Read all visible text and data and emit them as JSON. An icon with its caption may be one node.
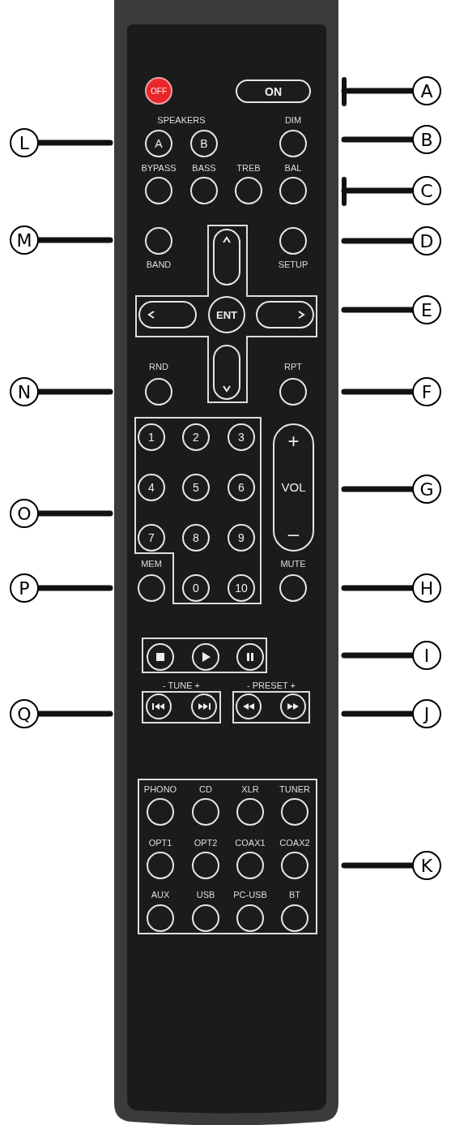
{
  "diagram": {
    "nodes": [
      {
        "text": [
          "A"
        ]
      },
      {
        "text": [
          "B"
        ]
      },
      {
        "text": [
          "C"
        ]
      },
      {
        "text": [
          "D"
        ]
      },
      {
        "text": [
          "E"
        ]
      },
      {
        "text": [
          "F"
        ]
      },
      {
        "text": [
          "G"
        ]
      },
      {
        "text": [
          "H"
        ]
      },
      {
        "text": [
          "I"
        ]
      },
      {
        "text": [
          "J"
        ]
      },
      {
        "text": [
          "K"
        ]
      },
      {
        "text": [
          "L"
        ]
      },
      {
        "text": [
          "M"
        ]
      },
      {
        "text": [
          "N"
        ]
      },
      {
        "text": [
          "O"
        ]
      },
      {
        "text": [
          "P"
        ]
      },
      {
        "text": [
          "Q"
        ]
      },
      {
        "text": [
          "OFF"
        ]
      },
      {
        "text": [
          "ON"
        ]
      },
      {
        "text": [
          "A"
        ]
      },
      {
        "text": [
          "B"
        ]
      },
      {
        "text": [
          "DIM"
        ]
      },
      {
        "text": [
          "BYPASS"
        ]
      },
      {
        "text": [
          "BASS"
        ]
      },
      {
        "text": [
          "TREB"
        ]
      },
      {
        "text": [
          "BAL"
        ]
      },
      {
        "text": [
          "BAND"
        ]
      },
      {
        "text": [],
        "shape": "cross"
      },
      {
        "text": [],
        "shape": "box",
        "in": 27
      },
      {
        "text": [
          "SETUP"
        ]
      },
      {
        "text": [],
        "shape": "box",
        "in": 27
      },
      {
        "text": [
          "ENT"
        ],
        "in": 27
      },
      {
        "text": [],
        "shape": "box",
        "in": 27
      },
      {
        "text": [],
        "shape": "box",
        "in": 27
      },
      {
        "text": [
          "RND"
        ]
      },
      {
        "text": [
          "RPT"
        ]
      },
      {
        "text": [],
        "shape": "box"
      },
      {
        "text": [
          "1"
        ],
        "in": 36
      },
      {
        "text": [
          "2"
        ],
        "in": 36
      },
      {
        "text": [
          "3"
        ],
        "in": 36
      },
      {
        "text": [
          "4"
        ],
        "in": 36
      },
      {
        "text": [
          "5"
        ],
        "in": 36
      },
      {
        "text": [
          "6"
        ],
        "in": 36
      },
      {
        "text": [
          "7"
        ],
        "in": 36
      },
      {
        "text": [
          "8"
        ],
        "in": 36
      },
      {
        "text": [
          "9"
        ],
        "in": 36
      },
      {
        "text": [
          "+",
          "VOL",
          "–"
        ]
      },
      {
        "text": [
          "MEM"
        ]
      },
      {
        "text": [
          "0"
        ],
        "in": 36
      },
      {
        "text": [
          "10"
        ],
        "in": 36
      },
      {
        "text": [
          "MUTE"
        ]
      },
      {
        "text": [],
        "shape": "box"
      },
      {
        "text": [],
        "shape": "circle",
        "in": 51
      },
      {
        "text": [],
        "shape": "circle",
        "in": 51
      },
      {
        "text": [],
        "shape": "circle",
        "in": 51
      },
      {
        "text": [
          "- TUNE +"
        ]
      },
      {
        "text": [],
        "shape": "circle",
        "in": 55
      },
      {
        "text": [],
        "shape": "circle",
        "in": 55
      },
      {
        "text": [
          "- PRESET +"
        ]
      },
      {
        "text": [],
        "shape": "circle",
        "in": 58
      },
      {
        "text": [],
        "shape": "circle",
        "in": 58
      },
      {
        "text": [],
        "shape": "box"
      },
      {
        "text": [
          "PHONO"
        ],
        "in": 61
      },
      {
        "text": [
          "CD"
        ],
        "in": 61
      },
      {
        "text": [
          "XLR"
        ],
        "in": 61
      },
      {
        "text": [
          "TUNER"
        ],
        "in": 61
      },
      {
        "text": [
          "OPT1"
        ],
        "in": 61
      },
      {
        "text": [
          "OPT2"
        ],
        "in": 61
      },
      {
        "text": [
          "COAX1"
        ],
        "in": 61
      },
      {
        "text": [
          "COAX2"
        ],
        "in": 61
      },
      {
        "text": [
          "AUX"
        ],
        "in": 61
      },
      {
        "text": [
          "USB"
        ],
        "in": 61
      },
      {
        "text": [
          "PC-USB"
        ],
        "in": 61
      },
      {
        "text": [
          "BT"
        ],
        "in": 61
      }
    ],
    "edges": [
      {
        "from": 0,
        "to": null,
        "arrow": "none"
      },
      {
        "from": 1,
        "to": null,
        "arrow": "none"
      },
      {
        "from": 2,
        "to": null,
        "arrow": "none"
      },
      {
        "from": 3,
        "to": null,
        "arrow": "none"
      },
      {
        "from": 4,
        "to": null,
        "arrow": "none"
      },
      {
        "from": 5,
        "to": null,
        "arrow": "none"
      },
      {
        "from": 6,
        "to": null,
        "arrow": "none"
      },
      {
        "from": 7,
        "to": null,
        "arrow": "none"
      },
      {
        "from": 8,
        "to": null,
        "arrow": "none"
      },
      {
        "from": 9,
        "to": null,
        "arrow": "none"
      },
      {
        "from": 10,
        "to": null,
        "arrow": "none"
      },
      {
        "from": 11,
        "to": null,
        "arrow": "none"
      },
      {
        "from": 12,
        "to": null,
        "arrow": "none"
      },
      {
        "from": 13,
        "to": null,
        "arrow": "none"
      },
      {
        "from": 14,
        "to": null,
        "arrow": "none"
      },
      {
        "from": 15,
        "to": null,
        "arrow": "none"
      },
      {
        "from": 16,
        "to": null,
        "arrow": "none"
      }
    ],
    "labels": [
      "SPEAKERS"
    ]
  }
}
